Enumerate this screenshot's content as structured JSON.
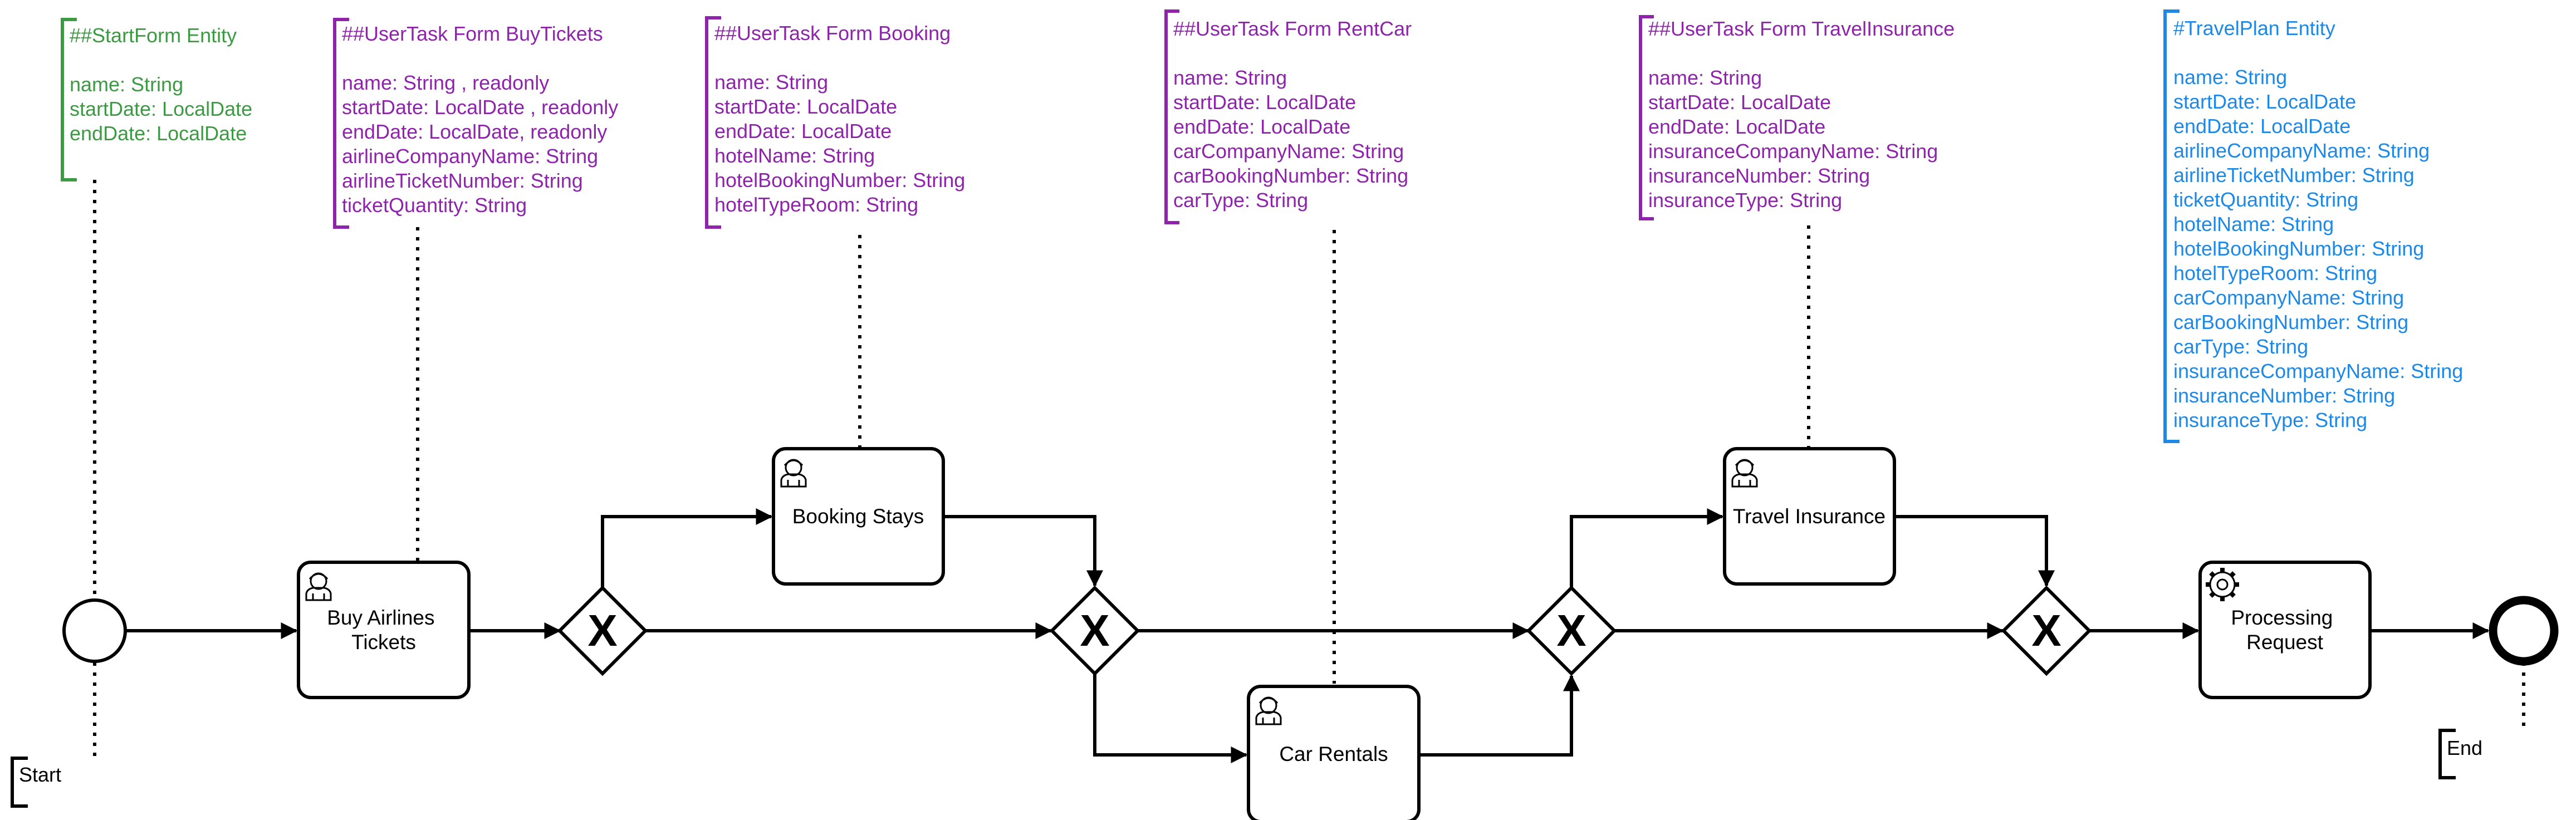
{
  "colors": {
    "green": "#3c9a43",
    "purple": "#8e24aa",
    "blue": "#1e88e5",
    "black": "#000000"
  },
  "annotations": {
    "startform": {
      "title": "##StartForm Entity",
      "lines": [
        "name: String",
        "startDate: LocalDate",
        "endDate: LocalDate"
      ]
    },
    "buytickets": {
      "title": "##UserTask Form BuyTickets",
      "lines": [
        "name: String , readonly",
        "startDate: LocalDate , readonly",
        "endDate: LocalDate, readonly",
        "airlineCompanyName: String",
        "airlineTicketNumber: String",
        "ticketQuantity: String"
      ]
    },
    "booking": {
      "title": "##UserTask Form Booking",
      "lines": [
        "name: String",
        "startDate: LocalDate",
        "endDate: LocalDate",
        "hotelName: String",
        "hotelBookingNumber: String",
        "hotelTypeRoom: String"
      ]
    },
    "rentcar": {
      "title": "##UserTask Form RentCar",
      "lines": [
        "name: String",
        "startDate: LocalDate",
        "endDate: LocalDate",
        "carCompanyName: String",
        "carBookingNumber: String",
        "carType: String"
      ]
    },
    "travelinsurance": {
      "title": "##UserTask Form TravelInsurance",
      "lines": [
        "name: String",
        "startDate: LocalDate",
        "endDate: LocalDate",
        "insuranceCompanyName: String",
        "insuranceNumber: String",
        "insuranceType: String"
      ]
    },
    "travelplan": {
      "title": "#TravelPlan Entity",
      "lines": [
        "name: String",
        "startDate: LocalDate",
        "endDate: LocalDate",
        "airlineCompanyName: String",
        "airlineTicketNumber: String",
        "ticketQuantity: String",
        "hotelName: String",
        "hotelBookingNumber: String",
        "hotelTypeRoom: String",
        "carCompanyName: String",
        "carBookingNumber: String",
        "carType: String",
        "insuranceCompanyName: String",
        "insuranceNumber: String",
        "insuranceType: String"
      ]
    }
  },
  "events": {
    "start_label": "Start",
    "end_label": "End"
  },
  "tasks": {
    "buy_airlines": [
      "Buy Airlines",
      "Tickets"
    ],
    "booking_stays": [
      "Booking Stays"
    ],
    "car_rentals": [
      "Car Rentals"
    ],
    "travel_insurance": [
      "Travel Insurance"
    ],
    "processing_request": [
      "Processing",
      "Request"
    ]
  },
  "gateway_symbol": "X",
  "icons": {
    "user_task": "user-icon",
    "service_task": "gear-icon"
  }
}
